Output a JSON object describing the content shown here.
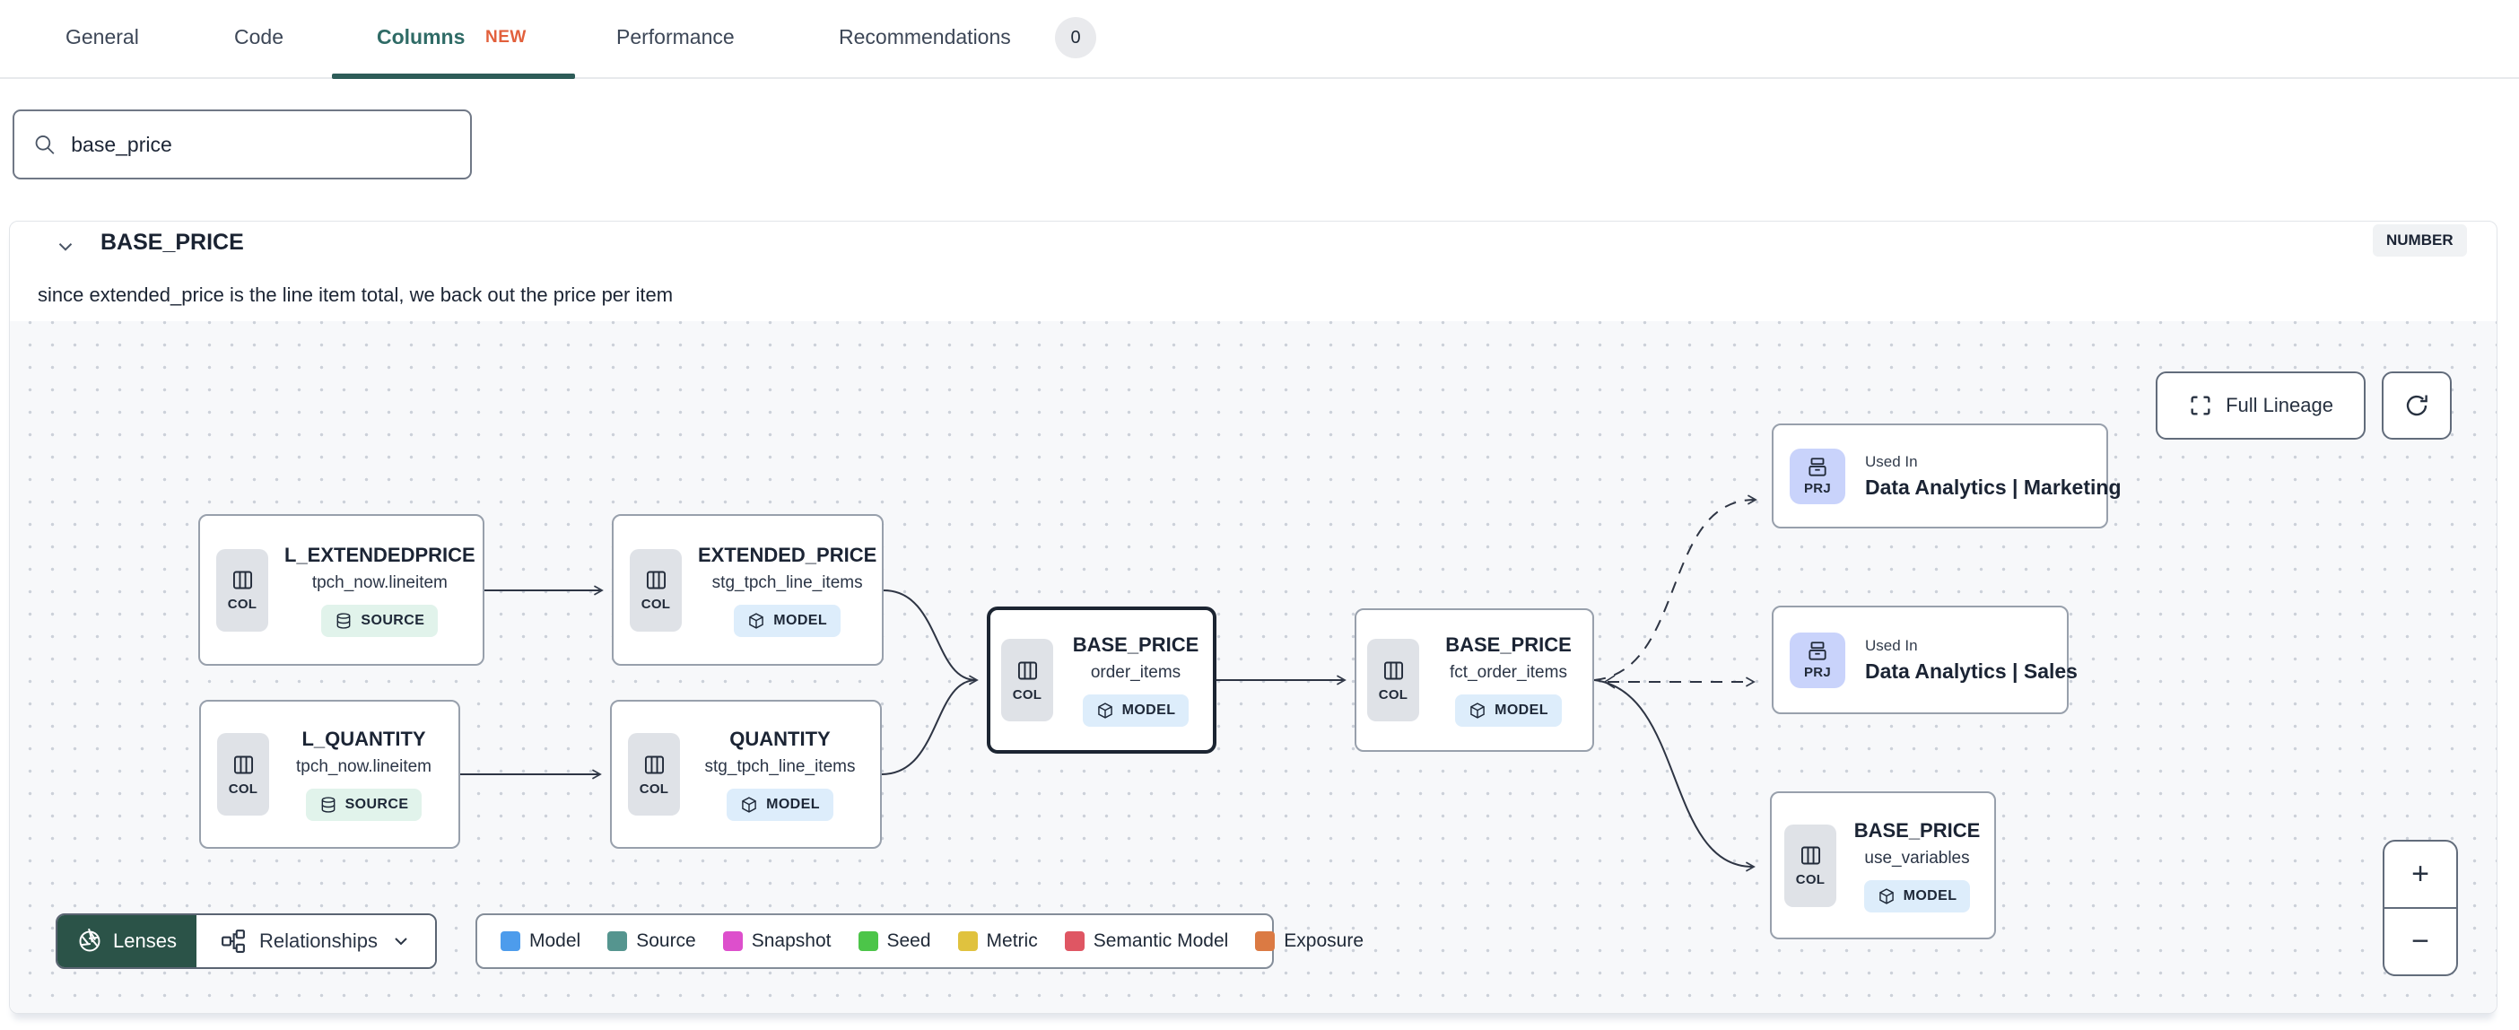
{
  "tabs": {
    "general": "General",
    "code": "Code",
    "columns": "Columns",
    "columns_badge": "NEW",
    "performance": "Performance",
    "recommendations": "Recommendations",
    "recommendations_count": "0"
  },
  "search": {
    "value": "base_price"
  },
  "column_header": {
    "title": "BASE_PRICE",
    "type": "NUMBER",
    "description": "since extended_price is the line item total, we back out the price per item"
  },
  "lineage": {
    "buttons": {
      "full_lineage": "Full Lineage"
    },
    "zoom": {
      "in": "+",
      "out": "−"
    },
    "toolbar": {
      "lenses": "Lenses",
      "relationships": "Relationships"
    },
    "legend": {
      "items": [
        {
          "label": "Model",
          "color": "#4d9cec"
        },
        {
          "label": "Source",
          "color": "#55958f"
        },
        {
          "label": "Snapshot",
          "color": "#dd4fcc"
        },
        {
          "label": "Seed",
          "color": "#4cc549"
        },
        {
          "label": "Metric",
          "color": "#e0c23e"
        },
        {
          "label": "Semantic Model",
          "color": "#df5663"
        },
        {
          "label": "Exposure",
          "color": "#db7a43"
        }
      ]
    },
    "nodes": [
      {
        "title": "L_EXTENDEDPRICE",
        "subtitle": "tpch_now.lineitem",
        "type_label": "COL",
        "badge": "SOURCE"
      },
      {
        "title": "EXTENDED_PRICE",
        "subtitle": "stg_tpch_line_items",
        "type_label": "COL",
        "badge": "MODEL"
      },
      {
        "title": "L_QUANTITY",
        "subtitle": "tpch_now.lineitem",
        "type_label": "COL",
        "badge": "SOURCE"
      },
      {
        "title": "QUANTITY",
        "subtitle": "stg_tpch_line_items",
        "type_label": "COL",
        "badge": "MODEL"
      },
      {
        "title": "BASE_PRICE",
        "subtitle": "order_items",
        "type_label": "COL",
        "badge": "MODEL",
        "selected": true
      },
      {
        "title": "BASE_PRICE",
        "subtitle": "fct_order_items",
        "type_label": "COL",
        "badge": "MODEL"
      },
      {
        "eyebrow": "Used In",
        "title": "Data Analytics | Marketing",
        "type_label": "PRJ"
      },
      {
        "eyebrow": "Used In",
        "title": "Data Analytics | Sales",
        "type_label": "PRJ"
      },
      {
        "title": "BASE_PRICE",
        "subtitle": "use_variables",
        "type_label": "COL",
        "badge": "MODEL"
      }
    ]
  },
  "colors": {
    "active_tab": "#2f6b66",
    "tab_underline": "#2d5c58",
    "new_badge": "#e2603c",
    "lenses_button": "#2b5348",
    "selected_node_border": "#1c2532",
    "model_badge_bg": "#ddedfb",
    "source_badge_bg": "#e1f3eb",
    "prj_icon_bg": "#c9d3fb"
  }
}
